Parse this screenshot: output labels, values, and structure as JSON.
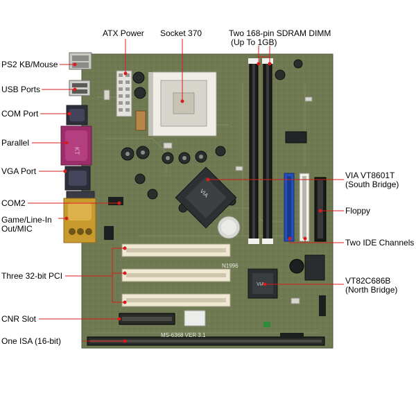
{
  "labels": {
    "atx_power": "ATX Power",
    "socket_370": "Socket 370",
    "sdram_line1": "Two 168-pin SDRAM DIMM",
    "sdram_line2": "(Up To 1GB)",
    "ps2": "PS2 KB/Mouse",
    "usb": "USB Ports",
    "com": "COM Port",
    "parallel": "Parallel",
    "vga": "VGA Port",
    "com2": "COM2",
    "game_line1": "Game/Line-In",
    "game_line2": "Out/MIC",
    "pci": "Three 32-bit PCI",
    "cnr": "CNR Slot",
    "isa": "One ISA (16-bit)",
    "via_line1": "VIA VT8601T",
    "via_line2": "(South Bridge)",
    "floppy": "Floppy",
    "ide": "Two IDE Channels",
    "vt82_line1": "VT82C686B",
    "vt82_line2": "(North Bridge)"
  },
  "board": {
    "silkscreen_model": "MS-6368 VER 3.1",
    "via_chip_mark": "VIA",
    "serial_mark": "N1996"
  },
  "colors": {
    "pcb": "#6f7a52",
    "leader_line": "#d61c1c",
    "pci_slot": "#efe8d2",
    "isa_slot": "#2a2a28",
    "ide_blue": "#2550b8",
    "parallel_port": "#9a2d6a",
    "game_port": "#c99a2e",
    "vga_port": "#2e2e3a"
  }
}
